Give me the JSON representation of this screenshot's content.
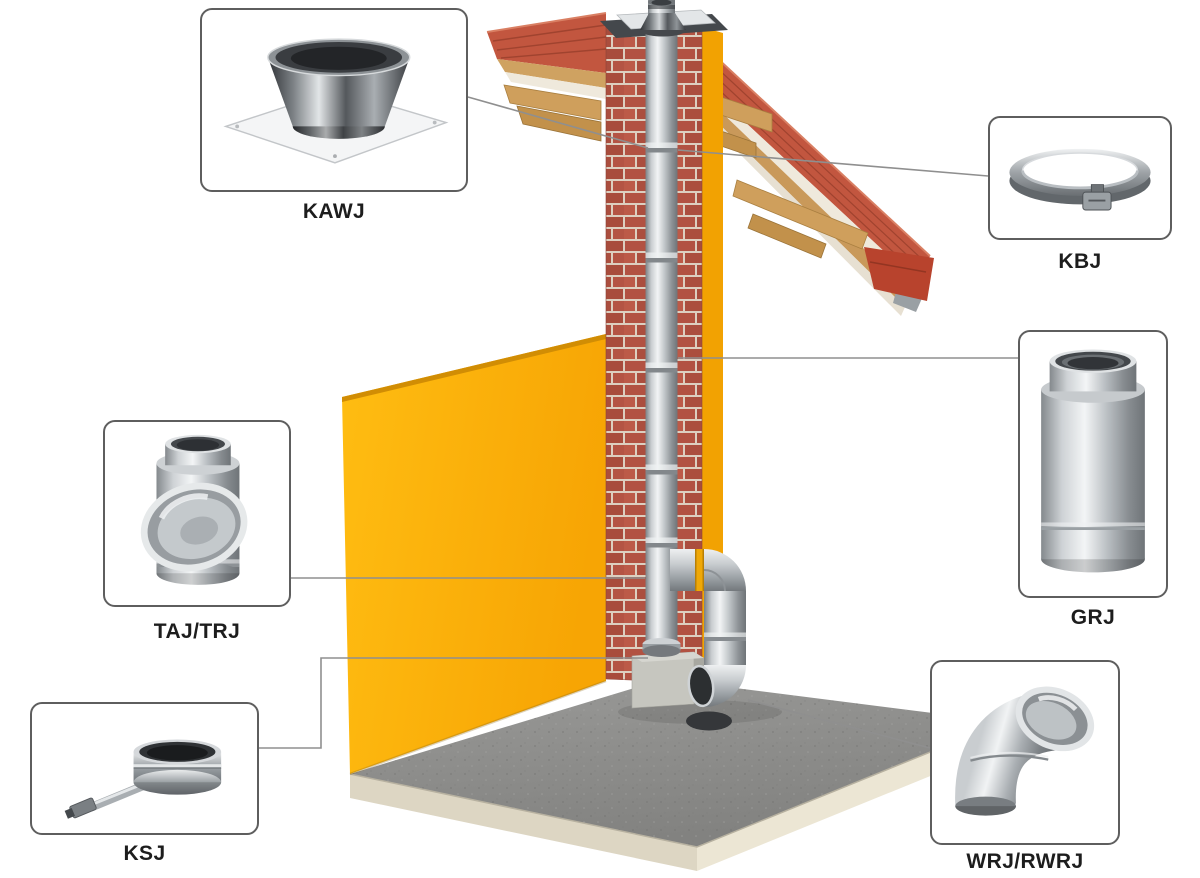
{
  "callouts": {
    "kawj": {
      "label": "KAWJ",
      "icon": "top-plate-storm-collar-icon"
    },
    "kbj": {
      "label": "KBJ",
      "icon": "locking-band-icon"
    },
    "grj": {
      "label": "GRJ",
      "icon": "straight-pipe-icon"
    },
    "taj_trj": {
      "label": "TAJ/TRJ",
      "icon": "tee-piece-icon"
    },
    "ksj": {
      "label": "KSJ",
      "icon": "condensate-drain-cap-icon"
    },
    "wrj_rwrj": {
      "label": "WRJ/RWRJ",
      "icon": "elbow-icon"
    }
  },
  "scene": {
    "colors": {
      "wall": "#ffb408",
      "brick": "#b25242",
      "mortar": "#ddcfc0",
      "roof_tile": "#c2563f",
      "roof_eave": "#b8432d",
      "wood": "#cf9f5c",
      "floor_top": "#8f8f8d",
      "floor_side": "#ece6d4",
      "metal_light": "#f2f4f5",
      "metal_dark": "#6f7478",
      "insulation_yellow": "#efa807",
      "connector_line": "#8f8f8f",
      "callout_border": "#5e5e5e",
      "label_text": "#1d1d1d",
      "background": "#ffffff"
    }
  }
}
